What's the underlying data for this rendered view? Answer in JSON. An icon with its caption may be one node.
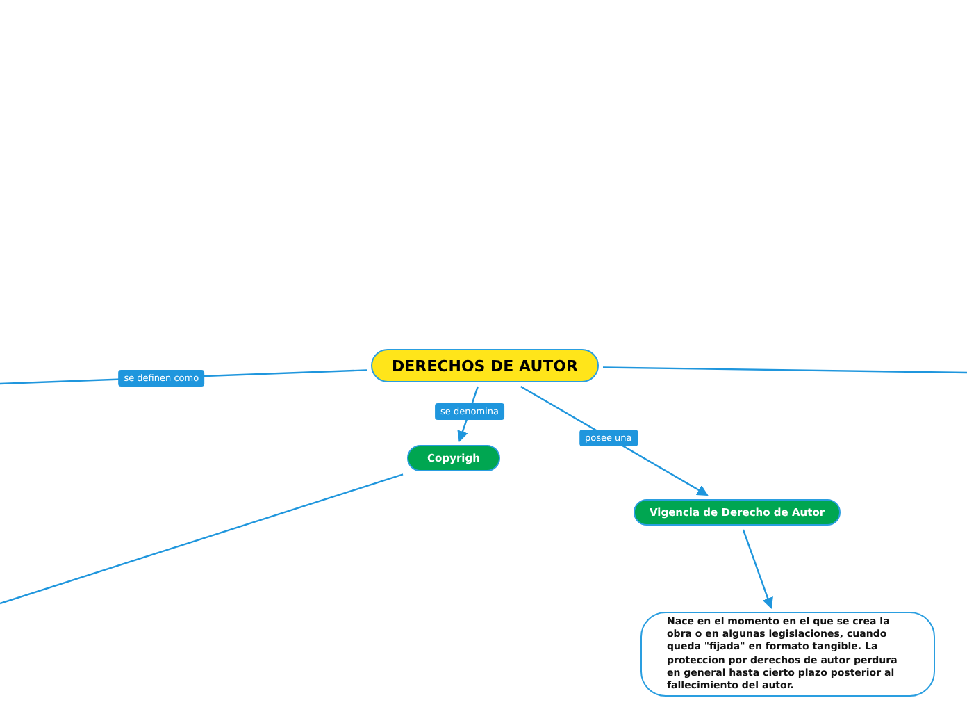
{
  "diagram": {
    "nodes": [
      {
        "text": [
          "DERECHOS DE AUTOR"
        ]
      },
      {
        "text": [
          "Copyrigh"
        ]
      },
      {
        "text": [
          "Vigencia de Derecho de Autor"
        ]
      },
      {
        "text": [
          "Nace en el momento en el que se crea la obra o en algunas legislaciones, cuando queda \"fijada\" en formato tangible. La proteccion por derechos de autor perdura en general hasta cierto plazo posterior al fallecimiento del autor."
        ]
      }
    ],
    "edges": [
      {
        "from": 0,
        "to": null,
        "label": "se definen como",
        "arrow": "none"
      },
      {
        "from": 0,
        "to": 1,
        "label": "se denomina",
        "arrow": "to"
      },
      {
        "from": 0,
        "to": 2,
        "label": "posee una",
        "arrow": "to"
      },
      {
        "from": 2,
        "to": 3,
        "arrow": "to"
      },
      {
        "from": 0,
        "to": null,
        "arrow": "none"
      },
      {
        "from": 1,
        "to": null,
        "arrow": "none"
      }
    ]
  }
}
